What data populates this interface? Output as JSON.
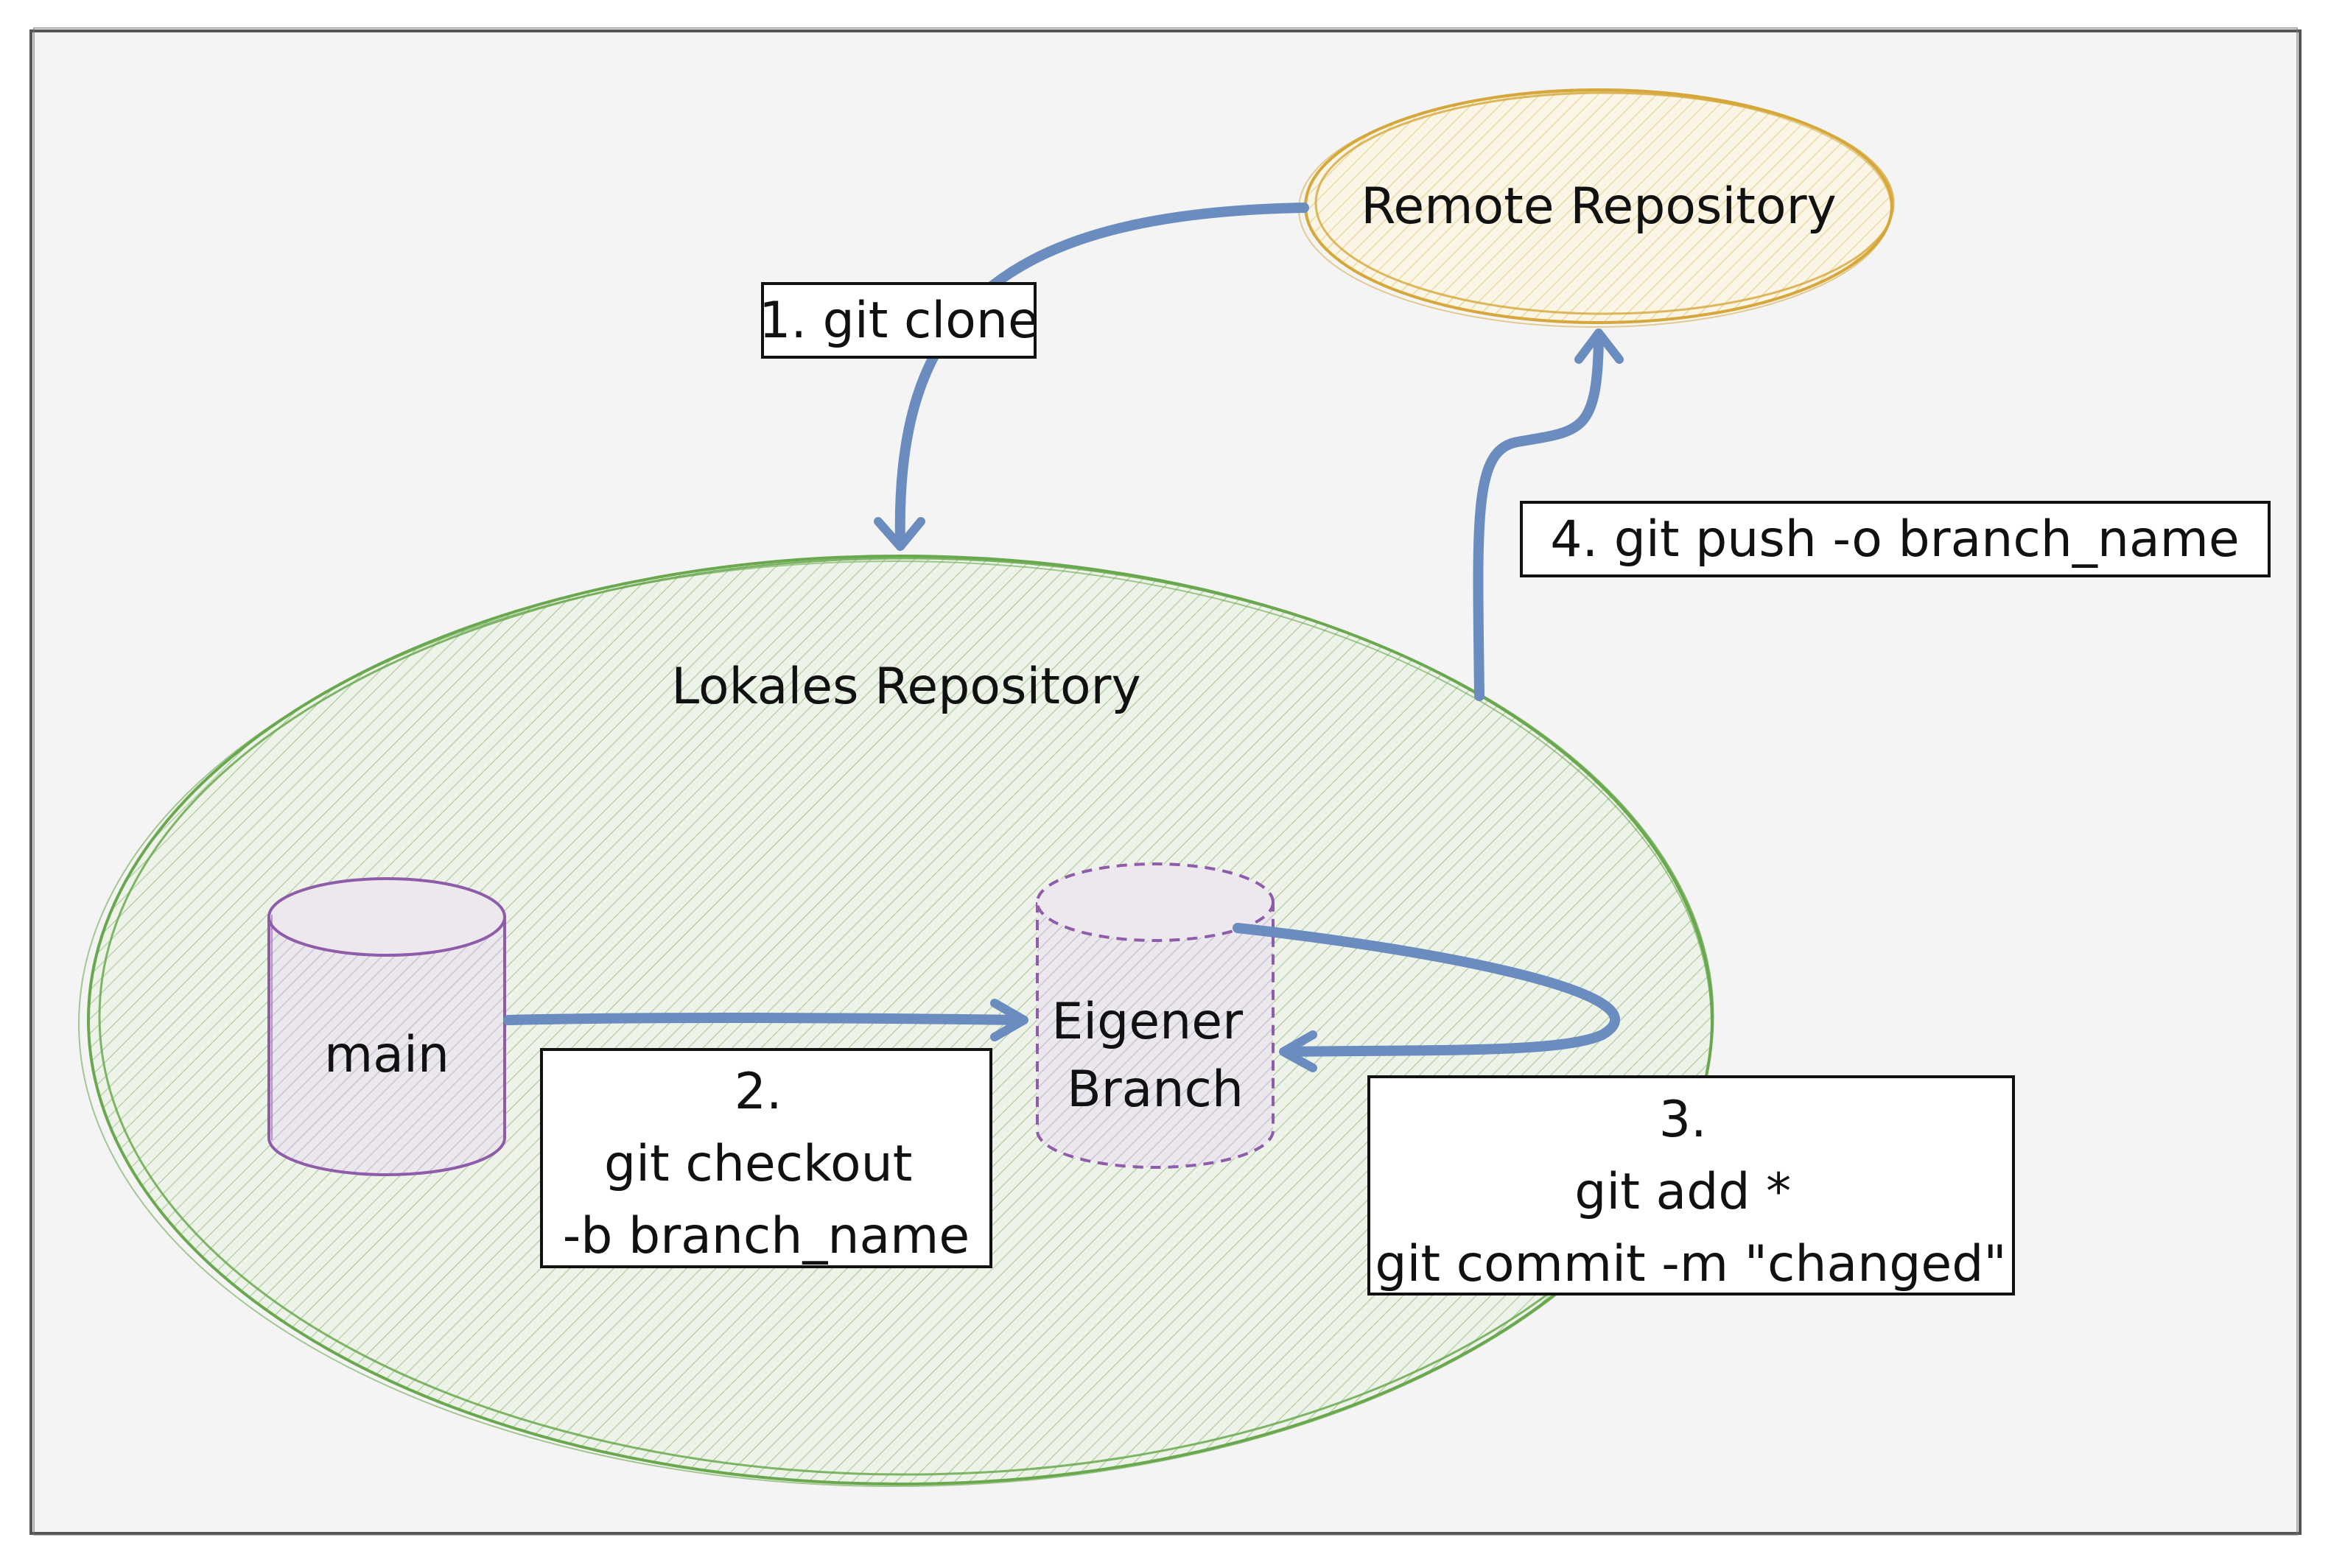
{
  "diagram": {
    "remote": {
      "label": "Remote Repository"
    },
    "local": {
      "label": "Lokales Repository"
    },
    "main_branch": {
      "label": "main"
    },
    "own_branch": {
      "lines": [
        "Eigener",
        "Branch"
      ]
    },
    "steps": {
      "clone": {
        "lines": [
          "1. git clone"
        ]
      },
      "checkout": {
        "lines": [
          "2.",
          "git checkout",
          "-b branch_name"
        ]
      },
      "commit": {
        "lines": [
          "3.",
          "git add *",
          "git commit -m \"changed\""
        ]
      },
      "push": {
        "lines": [
          "4. git push -o branch_name"
        ]
      }
    }
  },
  "colors": {
    "frame_bg": "#f4f4f4",
    "frame_stroke": "#555555",
    "remote_stroke": "#d6a73a",
    "remote_fill": "#fbf2dc",
    "local_stroke": "#6aa84f",
    "local_fill": "#e5efe0",
    "branch_stroke": "#8e5ca8",
    "branch_fill": "#e6e0ea",
    "arrow": "#6b8cbf"
  }
}
